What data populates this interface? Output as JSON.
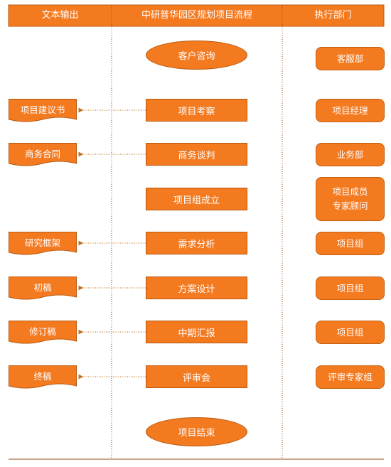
{
  "header": {
    "col_output": "文本输出",
    "col_process": "中研普华园区规划项目流程",
    "col_dept": "执行部门"
  },
  "flow": {
    "start": "客户咨询",
    "end": "项目结束",
    "steps": [
      "项目考察",
      "商务谈判",
      "项目组成立",
      "需求分析",
      "方案设计",
      "中期汇报",
      "评审会"
    ]
  },
  "outputs": [
    "项目建议书",
    "商务合同",
    "研究框架",
    "初稿",
    "修订稿",
    "终稿"
  ],
  "departments": [
    {
      "line1": "客服部",
      "line2": ""
    },
    {
      "line1": "项目经理",
      "line2": ""
    },
    {
      "line1": "业务部",
      "line2": ""
    },
    {
      "line1": "项目成员",
      "line2": "专家顾问"
    },
    {
      "line1": "项目组",
      "line2": ""
    },
    {
      "line1": "项目组",
      "line2": ""
    },
    {
      "line1": "项目组",
      "line2": ""
    },
    {
      "line1": "评审专家组",
      "line2": ""
    }
  ],
  "colors": {
    "accent": "#f47a20",
    "border": "#b8590f",
    "arrow": "#c0701e",
    "divider": "#9a4a10"
  }
}
